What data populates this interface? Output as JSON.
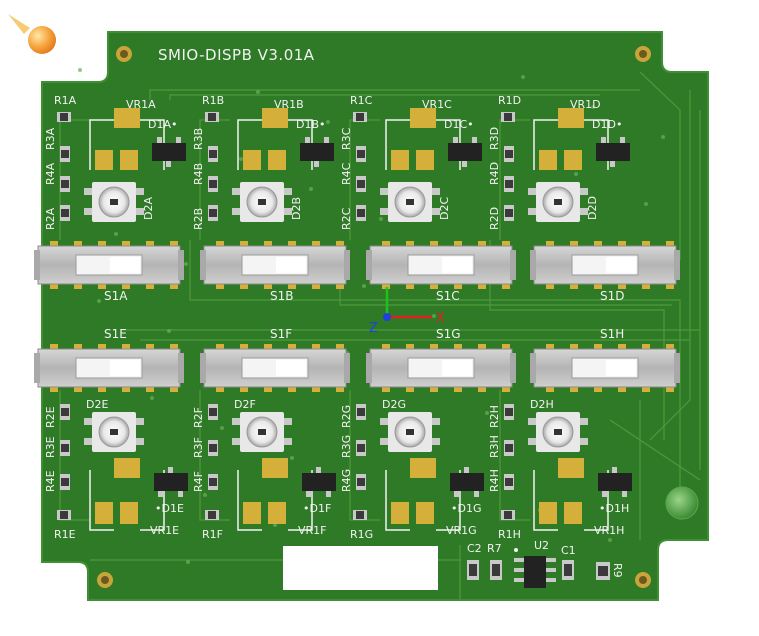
{
  "board": {
    "title": "SMIO-DISPB V3.01A",
    "colors": {
      "background": "#ffffff",
      "pcb": "#2f7a26",
      "pcb_edge": "#3a8a2e",
      "trace": "#4f9a3c",
      "silk": "#f2f2f2",
      "pad_gold": "#d4b03a",
      "pad_silver": "#c9c9c9",
      "switch_body": "#bdbdbd",
      "chip": "#222222",
      "resistor": "#3a3a3a"
    },
    "channels_top": [
      {
        "r1": "R1A",
        "r2": "R2A",
        "r3": "R3A",
        "r4": "R4A",
        "vr": "VR1A",
        "d1": "D1A",
        "d2": "D2A",
        "sw": "S1A"
      },
      {
        "r1": "R1B",
        "r2": "R2B",
        "r3": "R3B",
        "r4": "R4B",
        "vr": "VR1B",
        "d1": "D1B",
        "d2": "D2B",
        "sw": "S1B"
      },
      {
        "r1": "R1C",
        "r2": "R2C",
        "r3": "R3C",
        "r4": "R4C",
        "vr": "VR1C",
        "d1": "D1C",
        "d2": "D2C",
        "sw": "S1C"
      },
      {
        "r1": "R1D",
        "r2": "R2D",
        "r3": "R3D",
        "r4": "R4D",
        "vr": "VR1D",
        "d1": "D1D",
        "d2": "D2D",
        "sw": "S1D"
      }
    ],
    "channels_bottom": [
      {
        "r1": "R1E",
        "r2": "R2E",
        "r3": "R3E",
        "r4": "R4E",
        "vr": "VR1E",
        "d1": "D1E",
        "d2": "D2E",
        "sw": "S1E"
      },
      {
        "r1": "R1F",
        "r2": "R2F",
        "r3": "R3F",
        "r4": "R4F",
        "vr": "VR1F",
        "d1": "D1F",
        "d2": "D2F",
        "sw": "S1F"
      },
      {
        "r1": "R1G",
        "r2": "R2G",
        "r3": "R3G",
        "r4": "R4G",
        "vr": "VR1G",
        "d1": "D1G",
        "d2": "D2G",
        "sw": "S1G"
      },
      {
        "r1": "R1H",
        "r2": "R2H",
        "r3": "R3H",
        "r4": "R4H",
        "vr": "VR1H",
        "d1": "D1H",
        "d2": "D2H",
        "sw": "S1H"
      }
    ],
    "misc": {
      "c2": "C2",
      "r7": "R7",
      "u2": "U2",
      "c1": "C1",
      "r9": "R9"
    },
    "axes": {
      "x": "X",
      "z": "Z",
      "x_color": "#e02020",
      "y_color": "#20c020",
      "z_color": "#2040e0"
    },
    "icons": {
      "light": "light-source-icon"
    }
  }
}
